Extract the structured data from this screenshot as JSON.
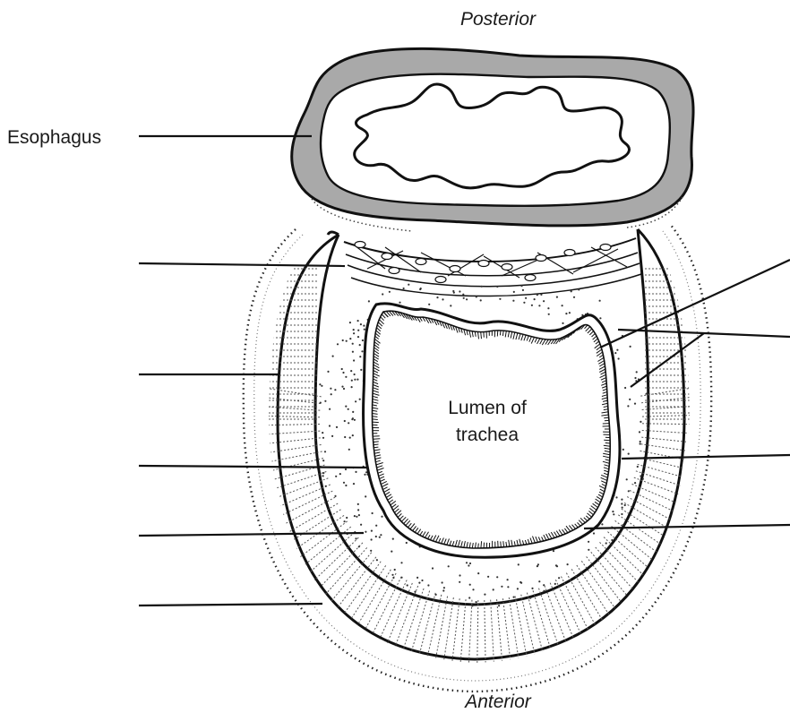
{
  "figure": {
    "posterior": "Posterior",
    "anterior": "Anterior",
    "esophagus": "Esophagus",
    "lumen_line1": "Lumen of",
    "lumen_line2": "trachea"
  },
  "leader_lines": {
    "left": [
      "blank",
      "blank",
      "blank",
      "blank",
      "blank"
    ],
    "right": [
      "blank",
      "blank",
      "blank",
      "blank"
    ]
  }
}
